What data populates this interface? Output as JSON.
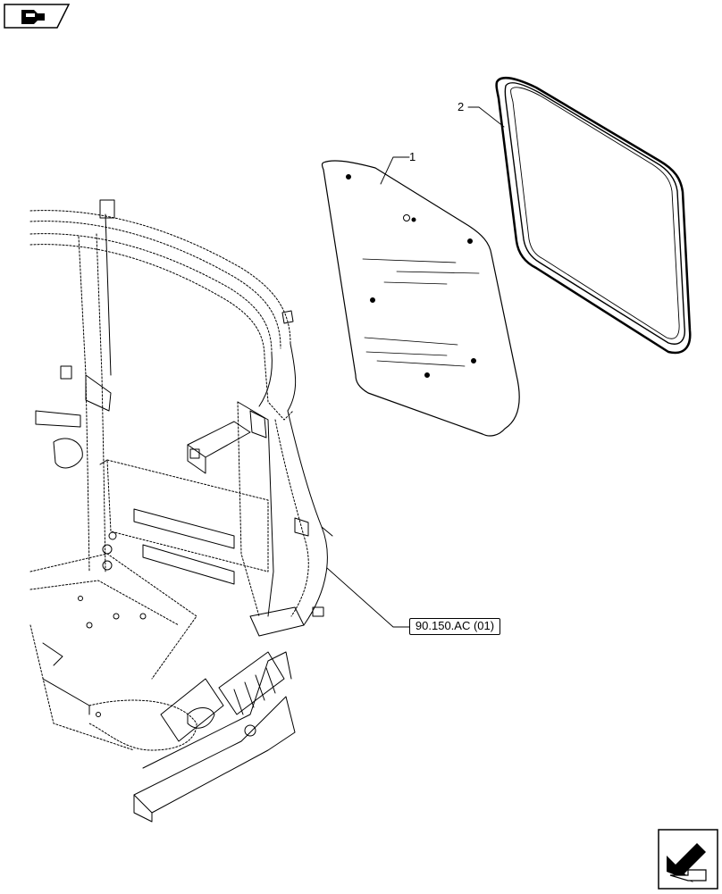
{
  "nav": {
    "top_icon": "book-flag-icon",
    "bottom_icon": "return-arrow-icon"
  },
  "callouts": {
    "item_1": "1",
    "item_2": "2"
  },
  "reference": {
    "label": "90.150.AC (01)"
  }
}
